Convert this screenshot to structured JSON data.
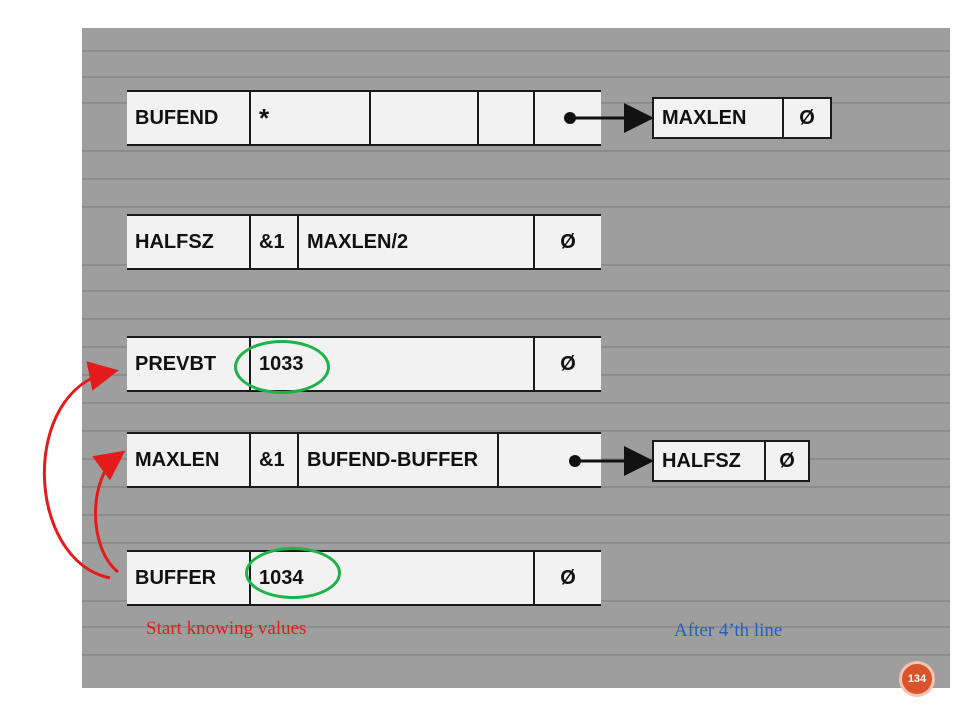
{
  "table": {
    "entries": [
      {
        "symbol": "BUFEND",
        "flag": "*",
        "expr": "",
        "value": "",
        "ptr": "→"
      },
      {
        "symbol": "HALFSZ",
        "flag": "&1",
        "expr": "MAXLEN/2",
        "value": "",
        "ptr": "Ø"
      },
      {
        "symbol": "PREVBT",
        "flag": "",
        "expr": "1033",
        "value": "",
        "ptr": "Ø"
      },
      {
        "symbol": "MAXLEN",
        "flag": "&1",
        "expr": "BUFEND-BUFFER",
        "value": "",
        "ptr": "→"
      },
      {
        "symbol": "BUFFER",
        "flag": "",
        "expr": "1034",
        "value": "",
        "ptr": "Ø"
      }
    ],
    "dependents": [
      {
        "symbol": "MAXLEN",
        "next": "Ø"
      },
      {
        "symbol": "HALFSZ",
        "next": "Ø"
      }
    ]
  },
  "captions": {
    "left": "Start knowing values",
    "right": "After 4’th line"
  },
  "colors": {
    "highlight_circle": "#1db34a",
    "arrow_red": "#e31b1b",
    "caption_left": "#e31b1b",
    "caption_right": "#1f5fc9",
    "badge": "#d9542b"
  },
  "slide": {
    "page_number": "134"
  }
}
